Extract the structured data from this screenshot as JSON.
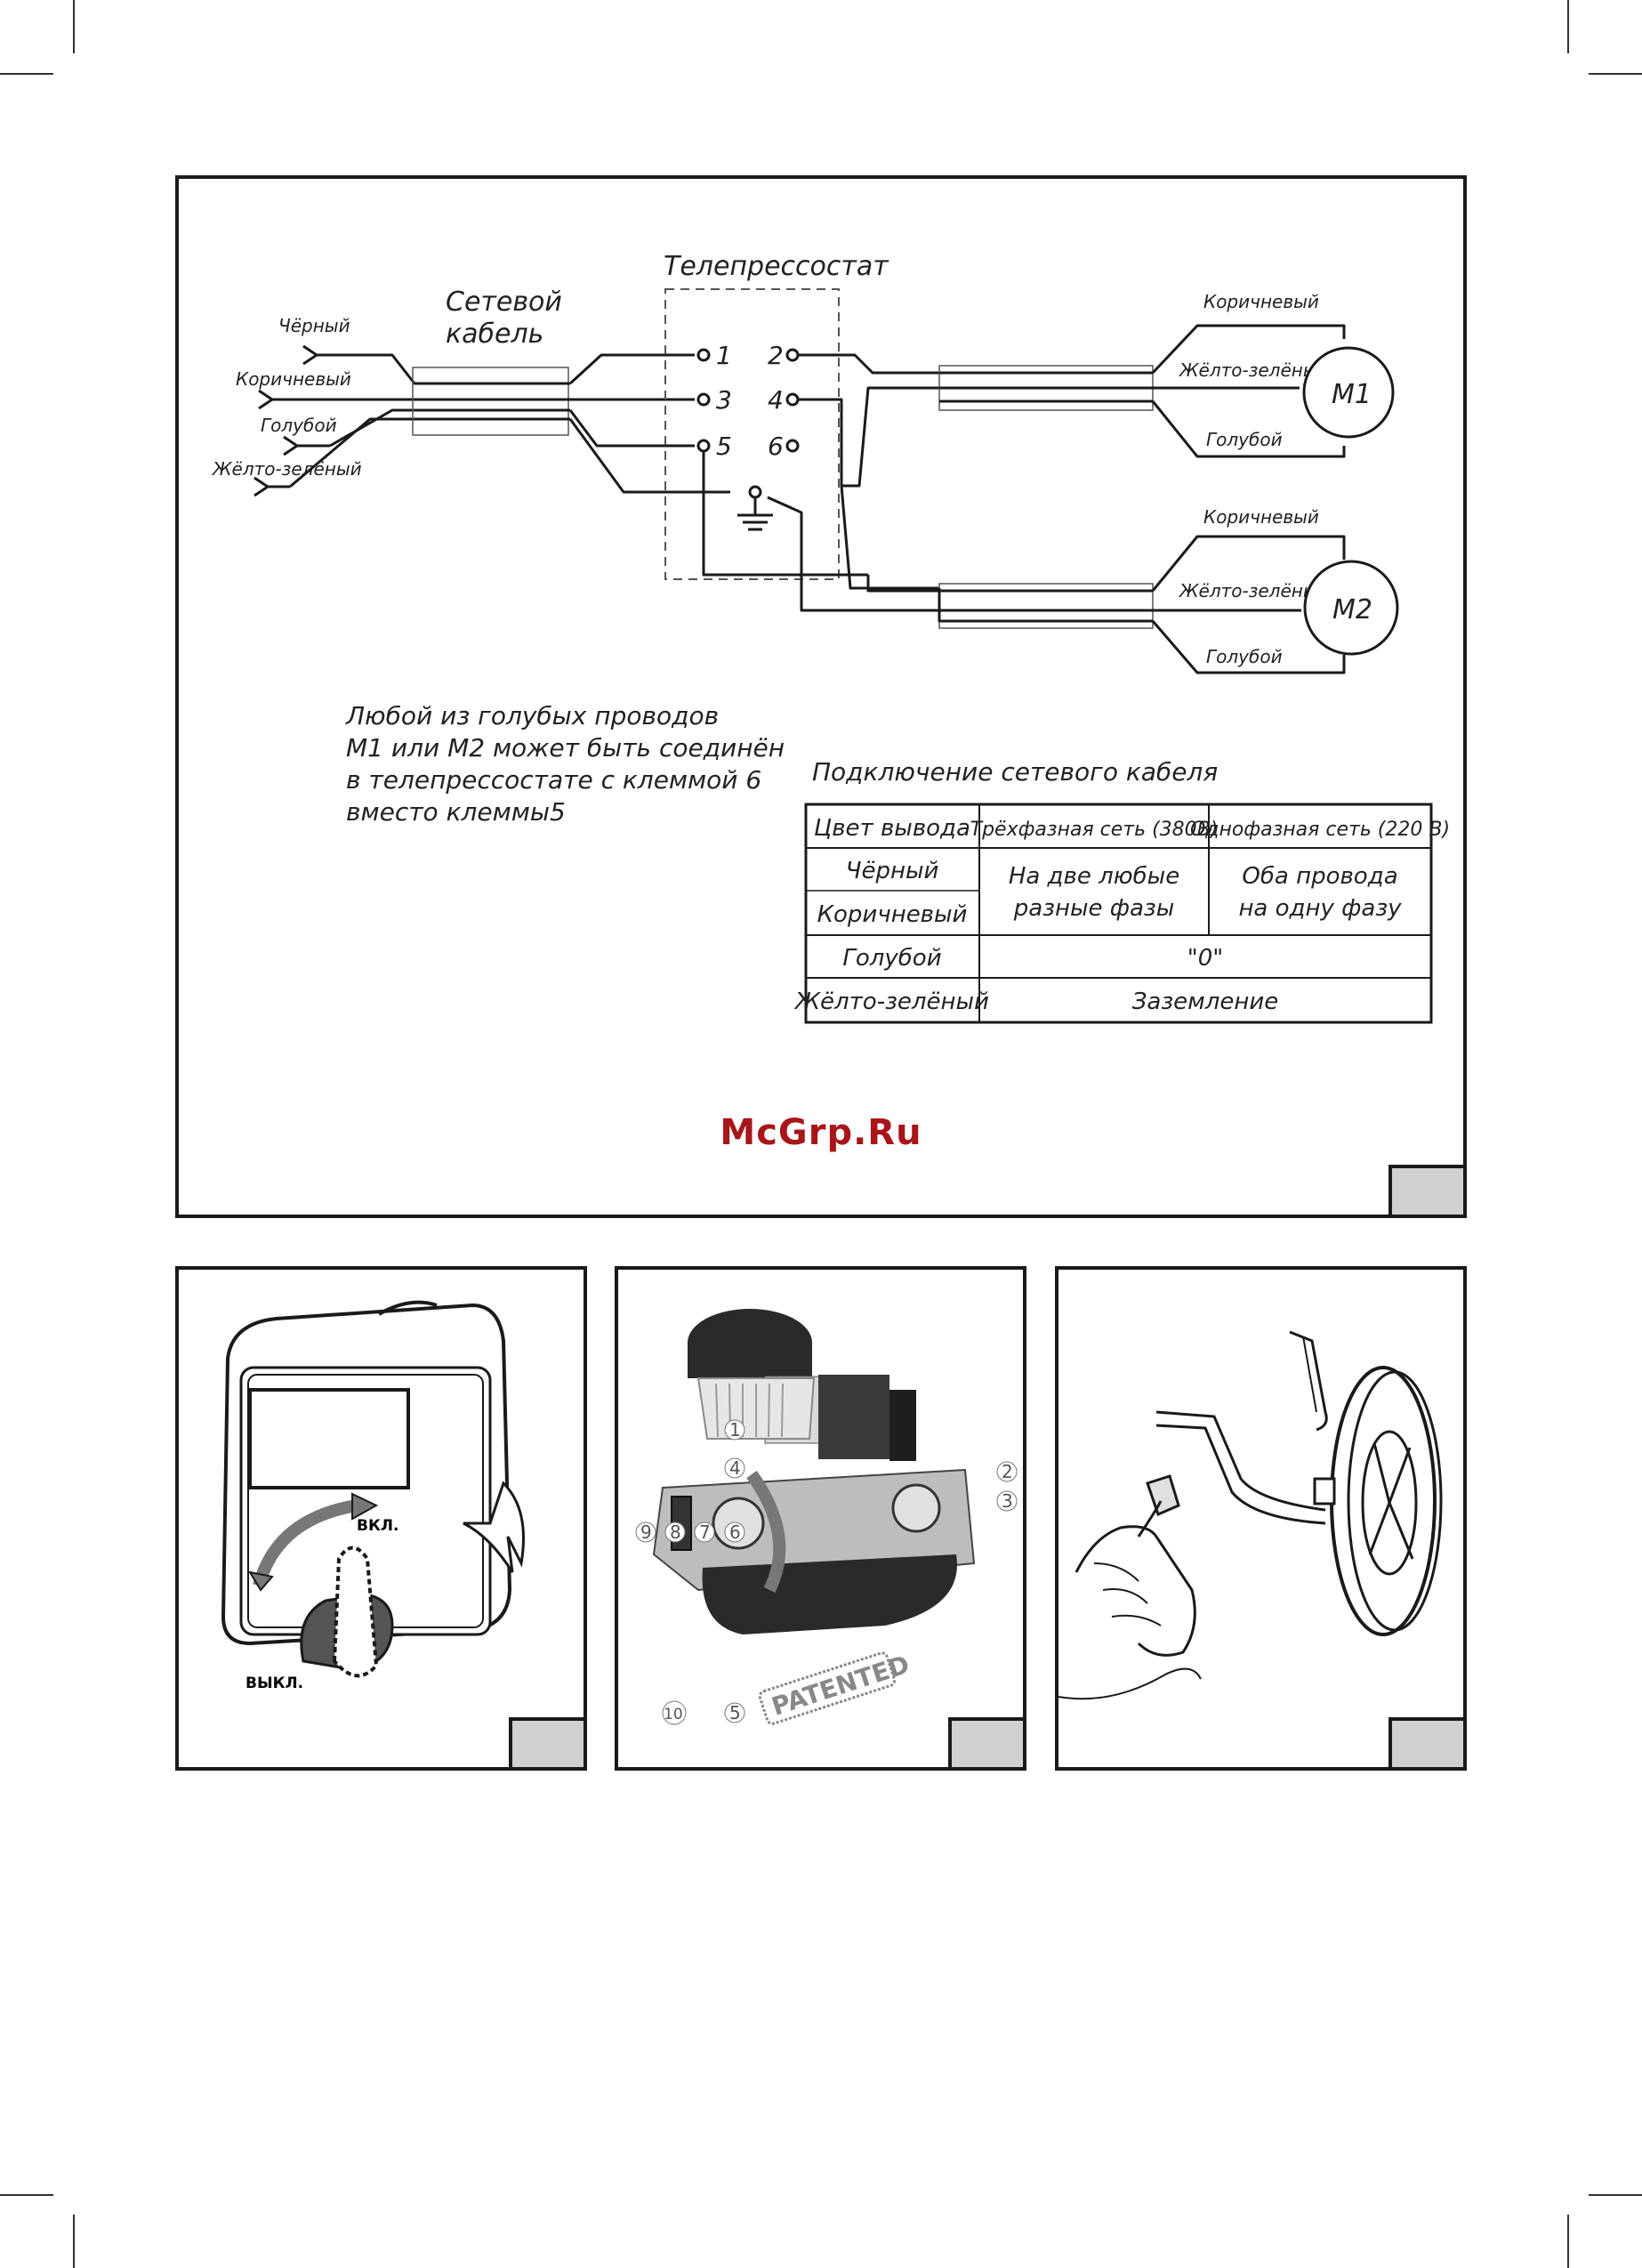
{
  "wiring": {
    "telepressostat_label": "Телепрессостат",
    "cable_label_line1": "Сетевой",
    "cable_label_line2": "кабель",
    "input_wires": [
      "Чёрный",
      "Коричневый",
      "Голубой",
      "Жёлто-зелёный"
    ],
    "terminals": [
      "1",
      "2",
      "3",
      "4",
      "5",
      "6"
    ],
    "motor1": {
      "name": "М1",
      "wires": [
        "Коричневый",
        "Жёлто-зелёный",
        "Голубой"
      ]
    },
    "motor2": {
      "name": "М2",
      "wires": [
        "Коричневый",
        "Жёлто-зелёный",
        "Голубой"
      ]
    },
    "note_lines": [
      "Любой из голубых проводов",
      "М1 или М2 может быть соединён",
      "в телепрессостате с клеммой 6",
      "вместо клеммы5"
    ]
  },
  "table": {
    "title": "Подключение сетевого кабеля",
    "headers": [
      "Цвет вывода",
      "Трёхфазная сеть (380В)",
      "Однофазная сеть (220 В)"
    ],
    "rows": {
      "black": "Чёрный",
      "brown": "Коричневый",
      "three_phase_line1": "На две любые",
      "three_phase_line2": "разные фазы",
      "single_phase_line1": "Оба провода",
      "single_phase_line2": "на одну фазу",
      "blue": "Голубой",
      "blue_value": "\"0\"",
      "ground": "Жёлто-зелёный",
      "ground_value": "Заземление"
    }
  },
  "watermark": "McGrp.Ru",
  "switch": {
    "on_label": "ВКЛ.",
    "off_label": "ВЫКЛ."
  },
  "pump": {
    "callouts": [
      "1",
      "2",
      "3",
      "4",
      "5",
      "6",
      "7",
      "8",
      "9",
      "10"
    ],
    "stamp": "PATENTED"
  }
}
